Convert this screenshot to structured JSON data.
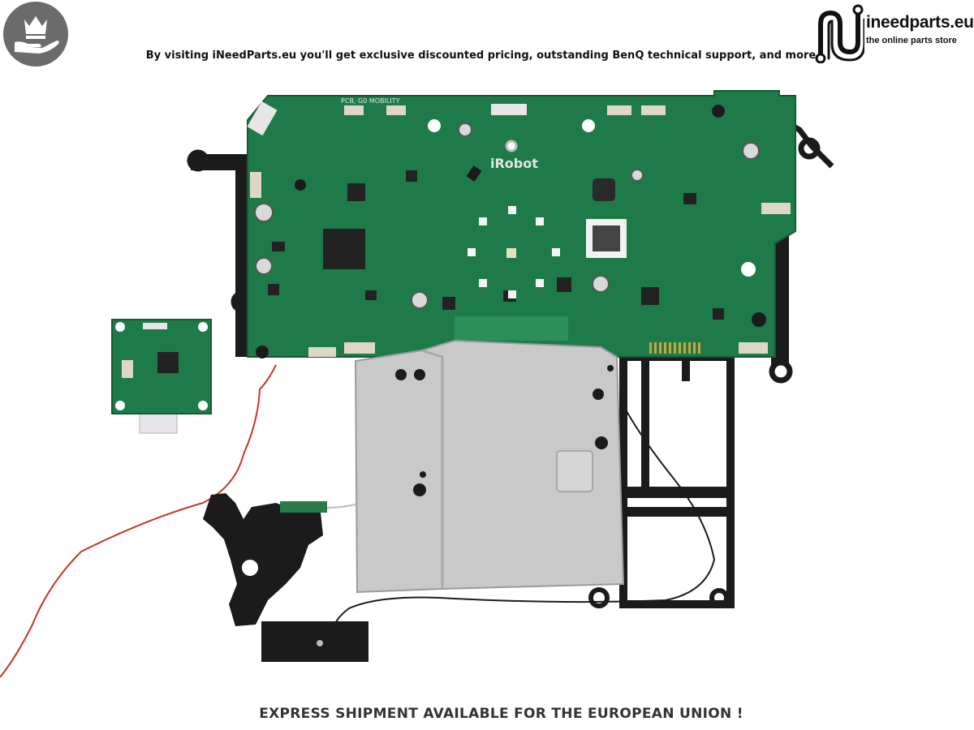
{
  "header": {
    "tagline": "By visiting iNeedParts.eu you'll get exclusive discounted pricing, outstanding BenQ technical support, and more"
  },
  "logo": {
    "name": "ineedparts.eu",
    "subtitle": "the online parts store"
  },
  "board": {
    "brand": "iRobot",
    "silkscreen_top": "PCB, G0 MOBILITY"
  },
  "footer": {
    "shipping_note": "EXPRESS SHIPMENT AVAILABLE FOR THE EUROPEAN UNION !"
  },
  "icons": {
    "badge": "crown-hand-icon",
    "logo_mark": "circuit-n-icon"
  },
  "colors": {
    "badge_bg": "#6b6b6b",
    "pcb_green": "#1f7a4a",
    "shield_silver": "#c9c9c9",
    "wire_red": "#c0392b"
  }
}
